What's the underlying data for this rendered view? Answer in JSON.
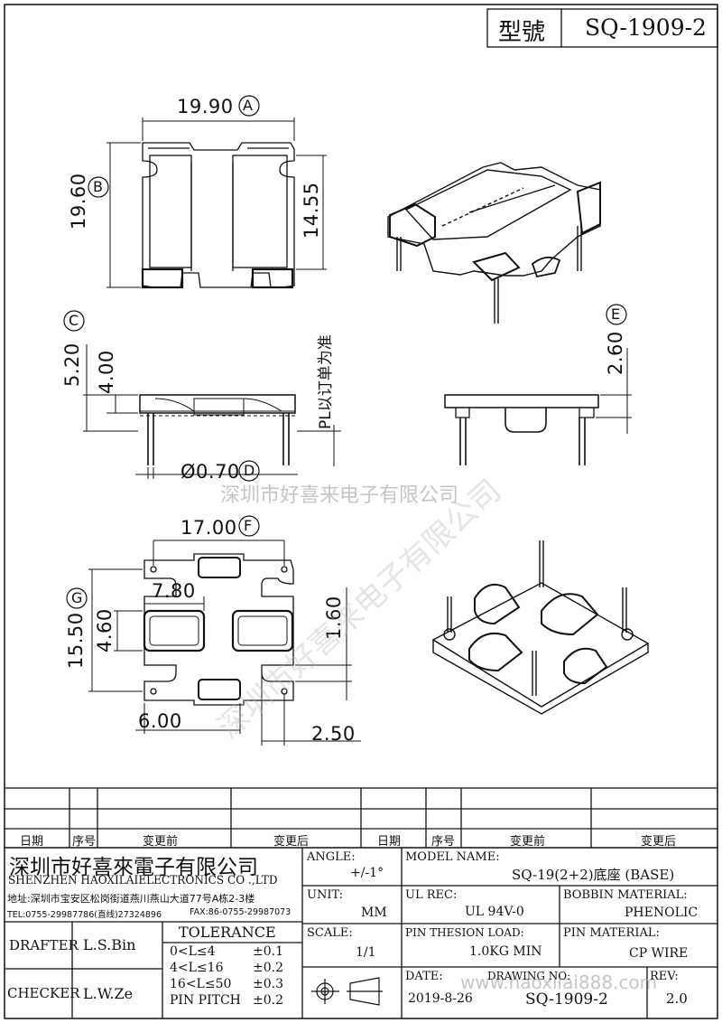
{
  "colors": {
    "ink": "#111111",
    "watermark": "#b5b5b5"
  },
  "header": {
    "model_label": "型號",
    "model_value": "SQ-1909-2"
  },
  "dims": {
    "a": "19.90",
    "a_tag": "A",
    "b": "19.60",
    "b_tag": "B",
    "h1": "14.55",
    "c": "5.20",
    "c_tag": "C",
    "h2": "4.00",
    "d": "Ø0.70",
    "d_tag": "D",
    "e": "2.60",
    "e_tag": "E",
    "f": "17.00",
    "f_tag": "F",
    "g": "15.50",
    "g_tag": "G",
    "w1": "7.80",
    "h3": "4.60",
    "h4": "1.60",
    "w2": "6.00",
    "w3": "2.50"
  },
  "notes": {
    "pl_note": "PL以订单为准"
  },
  "watermark": {
    "company": "深圳市好喜来电子有限公司",
    "diagonal": "深圳市好喜来电子有限公司",
    "site": "www.haoxilai888.com"
  },
  "revision_table": {
    "headers": [
      "日期",
      "序号",
      "变更前",
      "变更后",
      "日期",
      "序号",
      "变更前",
      "变更后"
    ]
  },
  "title_block": {
    "company_cn": "深圳市好喜來電子有限公司",
    "company_en": "SHENZHEN HAOXILAIELECTRONICS CO .,LTD",
    "address": "地址:深圳市宝安区松岗街道燕川燕山大道77号A栋2-3楼",
    "tel": "TEL:0755-29987786(直线)27324896",
    "fax": "FAX:86-0755-29987073",
    "angle_label": "ANGLE:",
    "angle_value": "+/-1°",
    "unit_label": "UNIT:",
    "unit_value": "MM",
    "scale_label": "SCALE:",
    "scale_value": "1/1",
    "model_name_label": "MODEL NAME:",
    "model_name_value": "SQ-19(2+2)底座 (BASE)",
    "ul_rec_label": "UL REC:",
    "ul_rec_value": "UL 94V-0",
    "bobbin_label": "BOBBIN MATERIAL:",
    "bobbin_value": "PHENOLIC",
    "pin_load_label": "PIN THESION LOAD:",
    "pin_load_value": "1.0KG MIN",
    "pin_material_label": "PIN MATERIAL:",
    "pin_material_value": "CP   WIRE",
    "date_label": "DATE:",
    "date_value": "2019-8-26",
    "drawing_no_label": "DRAWING NO:",
    "drawing_no_value": "SQ-1909-2",
    "rev_label": "REV:",
    "rev_value": "2.0",
    "drafter_label": "DRAFTER",
    "drafter_value": "L.S.Bin",
    "checker_label": "CHECKER",
    "checker_value": "L.W.Ze",
    "tolerance_title": "TOLERANCE",
    "tolerances": [
      {
        "range": "0<L≤4",
        "value": "±0.1"
      },
      {
        "range": "4<L≤16",
        "value": "±0.2"
      },
      {
        "range": "16<L≤50",
        "value": "±0.3"
      },
      {
        "range": "PIN PITCH",
        "value": "±0.2"
      }
    ]
  }
}
